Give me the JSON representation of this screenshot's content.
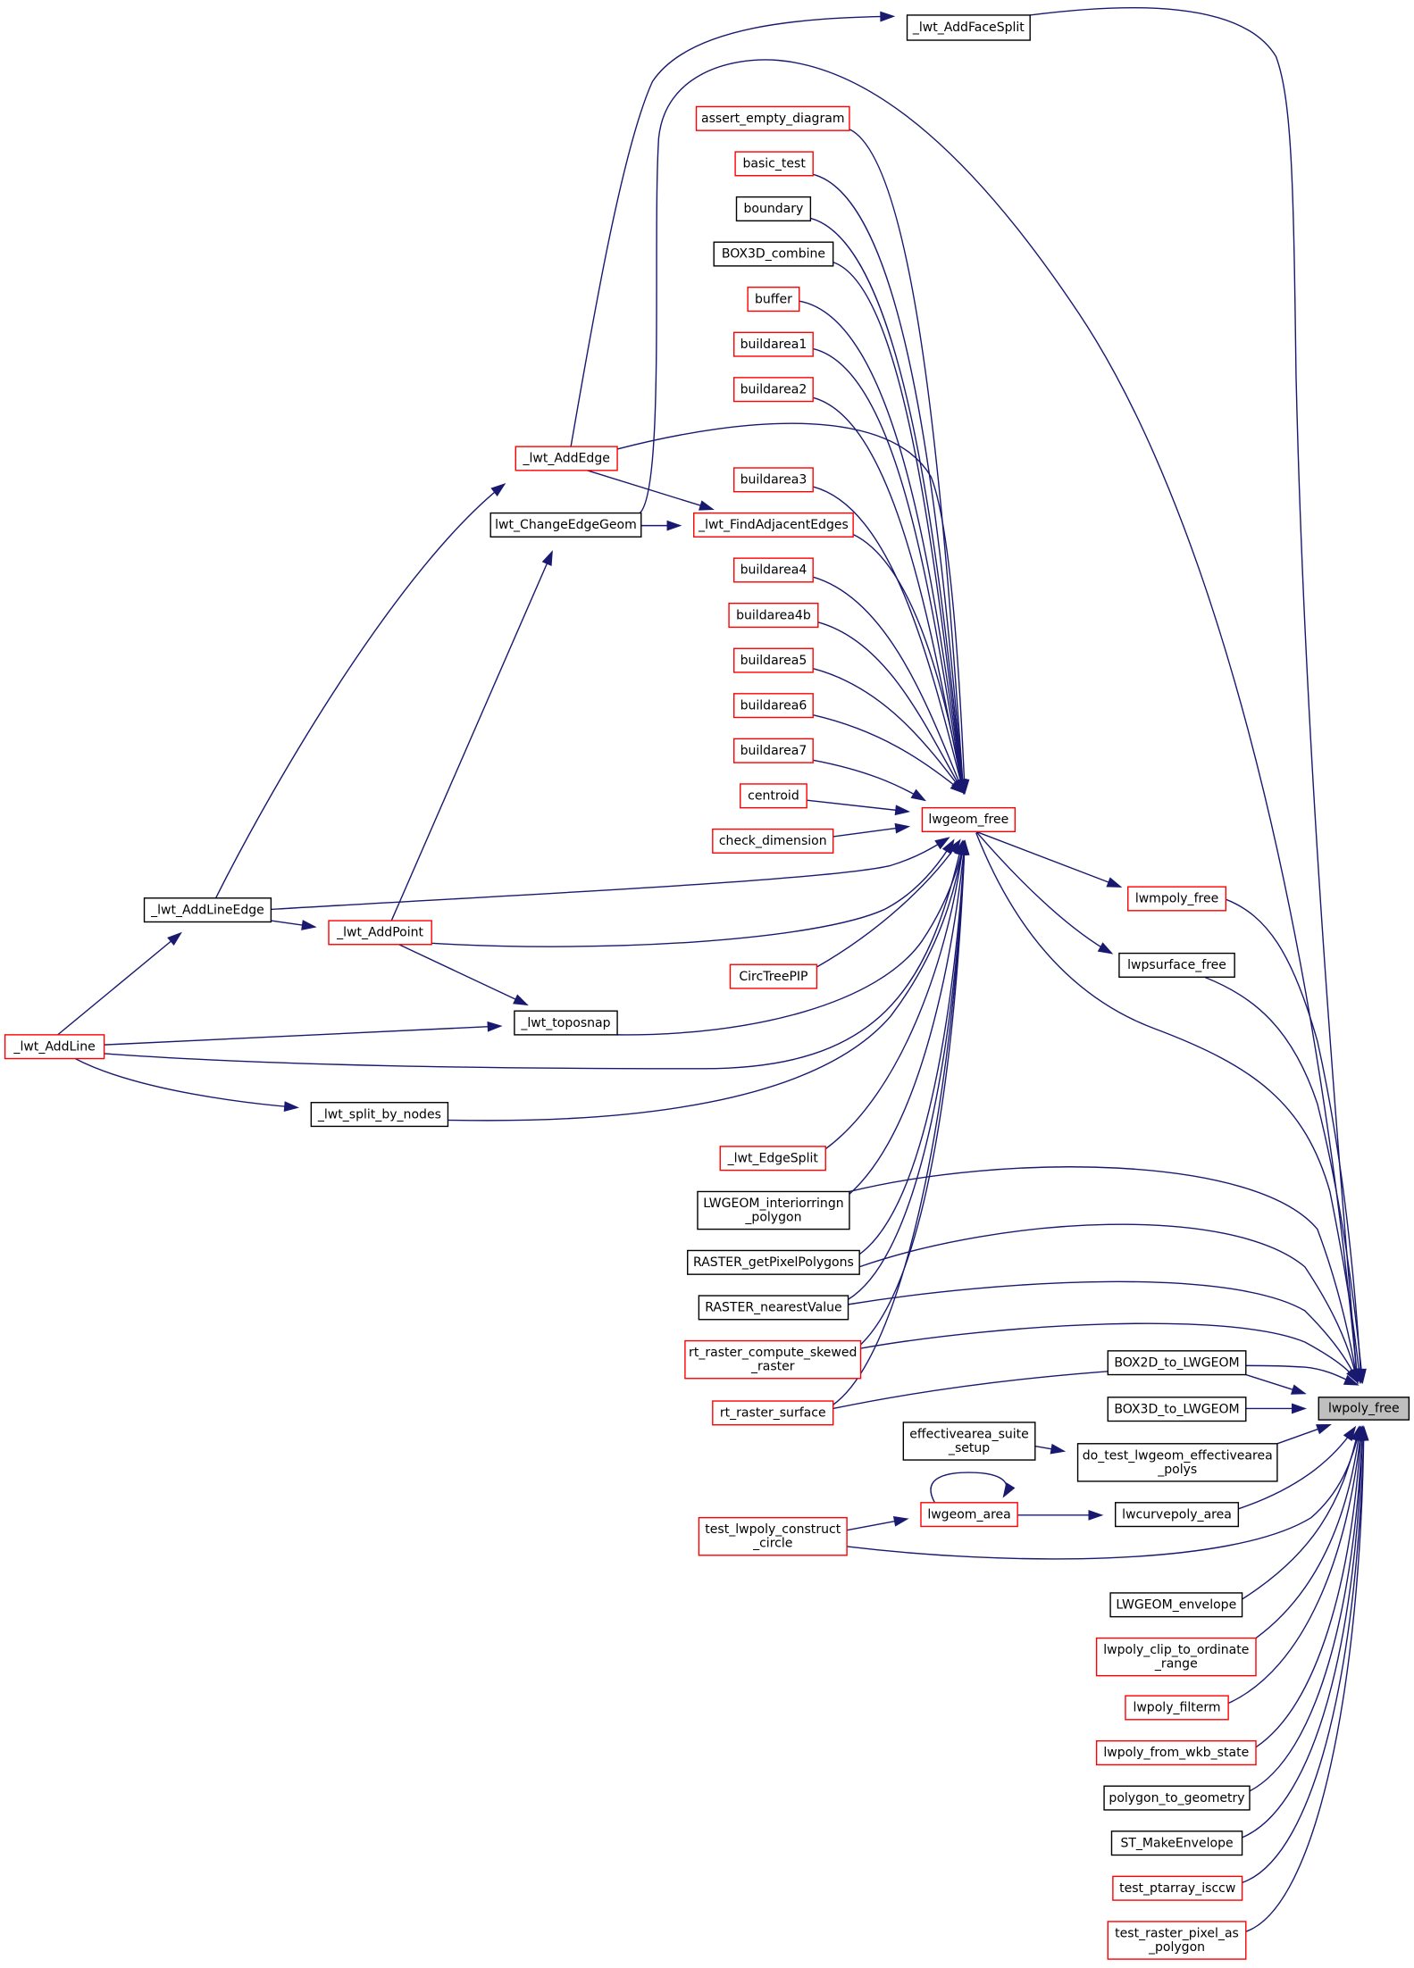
{
  "nodes": [
    {
      "id": "lwpoly_free",
      "lines": [
        "lwpoly_free"
      ],
      "border": "black",
      "focus": true
    },
    {
      "id": "lwt_AddFaceSplit",
      "lines": [
        "_lwt_AddFaceSplit"
      ],
      "border": "black"
    },
    {
      "id": "assert_empty_diagram",
      "lines": [
        "assert_empty_diagram"
      ],
      "border": "red"
    },
    {
      "id": "basic_test",
      "lines": [
        "basic_test"
      ],
      "border": "red"
    },
    {
      "id": "boundary",
      "lines": [
        "boundary"
      ],
      "border": "black"
    },
    {
      "id": "BOX3D_combine",
      "lines": [
        "BOX3D_combine"
      ],
      "border": "black"
    },
    {
      "id": "buffer",
      "lines": [
        "buffer"
      ],
      "border": "red"
    },
    {
      "id": "buildarea1",
      "lines": [
        "buildarea1"
      ],
      "border": "red"
    },
    {
      "id": "buildarea2",
      "lines": [
        "buildarea2"
      ],
      "border": "red"
    },
    {
      "id": "lwt_AddEdge",
      "lines": [
        "_lwt_AddEdge"
      ],
      "border": "red"
    },
    {
      "id": "buildarea3",
      "lines": [
        "buildarea3"
      ],
      "border": "red"
    },
    {
      "id": "lwt_ChangeEdgeGeom",
      "lines": [
        "lwt_ChangeEdgeGeom"
      ],
      "border": "black"
    },
    {
      "id": "lwt_FindAdjacentEdges",
      "lines": [
        "_lwt_FindAdjacentEdges"
      ],
      "border": "red"
    },
    {
      "id": "buildarea4",
      "lines": [
        "buildarea4"
      ],
      "border": "red"
    },
    {
      "id": "buildarea4b",
      "lines": [
        "buildarea4b"
      ],
      "border": "red"
    },
    {
      "id": "buildarea5",
      "lines": [
        "buildarea5"
      ],
      "border": "red"
    },
    {
      "id": "buildarea6",
      "lines": [
        "buildarea6"
      ],
      "border": "red"
    },
    {
      "id": "buildarea7",
      "lines": [
        "buildarea7"
      ],
      "border": "red"
    },
    {
      "id": "centroid",
      "lines": [
        "centroid"
      ],
      "border": "red"
    },
    {
      "id": "check_dimension",
      "lines": [
        "check_dimension"
      ],
      "border": "red"
    },
    {
      "id": "lwgeom_free",
      "lines": [
        "lwgeom_free"
      ],
      "border": "red"
    },
    {
      "id": "lwt_AddLineEdge",
      "lines": [
        "_lwt_AddLineEdge"
      ],
      "border": "black"
    },
    {
      "id": "lwt_AddPoint",
      "lines": [
        "_lwt_AddPoint"
      ],
      "border": "red"
    },
    {
      "id": "lwmpoly_free",
      "lines": [
        "lwmpoly_free"
      ],
      "border": "red"
    },
    {
      "id": "lwpsurface_free",
      "lines": [
        "lwpsurface_free"
      ],
      "border": "black"
    },
    {
      "id": "CircTreePIP",
      "lines": [
        "CircTreePIP"
      ],
      "border": "red"
    },
    {
      "id": "lwt_AddLine",
      "lines": [
        "_lwt_AddLine"
      ],
      "border": "red"
    },
    {
      "id": "lwt_toposnap",
      "lines": [
        "_lwt_toposnap"
      ],
      "border": "black"
    },
    {
      "id": "lwt_split_by_nodes",
      "lines": [
        "_lwt_split_by_nodes"
      ],
      "border": "black"
    },
    {
      "id": "lwt_EdgeSplit",
      "lines": [
        "_lwt_EdgeSplit"
      ],
      "border": "red"
    },
    {
      "id": "LWGEOM_interiorringn_polygon",
      "lines": [
        "LWGEOM_interiorringn",
        "_polygon"
      ],
      "border": "black"
    },
    {
      "id": "RASTER_getPixelPolygons",
      "lines": [
        "RASTER_getPixelPolygons"
      ],
      "border": "black"
    },
    {
      "id": "RASTER_nearestValue",
      "lines": [
        "RASTER_nearestValue"
      ],
      "border": "black"
    },
    {
      "id": "rt_raster_compute_skewed_raster",
      "lines": [
        "rt_raster_compute_skewed",
        "_raster"
      ],
      "border": "red"
    },
    {
      "id": "BOX2D_to_LWGEOM",
      "lines": [
        "BOX2D_to_LWGEOM"
      ],
      "border": "black"
    },
    {
      "id": "BOX3D_to_LWGEOM",
      "lines": [
        "BOX3D_to_LWGEOM"
      ],
      "border": "black"
    },
    {
      "id": "rt_raster_surface",
      "lines": [
        "rt_raster_surface"
      ],
      "border": "red"
    },
    {
      "id": "effectivearea_suite_setup",
      "lines": [
        "effectivearea_suite",
        "_setup"
      ],
      "border": "black"
    },
    {
      "id": "do_test_lwgeom_effectivearea_polys",
      "lines": [
        "do_test_lwgeom_effectivearea",
        "_polys"
      ],
      "border": "black"
    },
    {
      "id": "lwgeom_area",
      "lines": [
        "lwgeom_area"
      ],
      "border": "red"
    },
    {
      "id": "lwcurvepoly_area",
      "lines": [
        "lwcurvepoly_area"
      ],
      "border": "black"
    },
    {
      "id": "test_lwpoly_construct_circle",
      "lines": [
        "test_lwpoly_construct",
        "_circle"
      ],
      "border": "red"
    },
    {
      "id": "LWGEOM_envelope",
      "lines": [
        "LWGEOM_envelope"
      ],
      "border": "black"
    },
    {
      "id": "lwpoly_clip_to_ordinate_range",
      "lines": [
        "lwpoly_clip_to_ordinate",
        "_range"
      ],
      "border": "red"
    },
    {
      "id": "lwpoly_filterm",
      "lines": [
        "lwpoly_filterm"
      ],
      "border": "red"
    },
    {
      "id": "lwpoly_from_wkb_state",
      "lines": [
        "lwpoly_from_wkb_state"
      ],
      "border": "red"
    },
    {
      "id": "polygon_to_geometry",
      "lines": [
        "polygon_to_geometry"
      ],
      "border": "black"
    },
    {
      "id": "ST_MakeEnvelope",
      "lines": [
        "ST_MakeEnvelope"
      ],
      "border": "black"
    },
    {
      "id": "test_ptarray_isccw",
      "lines": [
        "test_ptarray_isccw"
      ],
      "border": "red"
    },
    {
      "id": "test_raster_pixel_as_polygon",
      "lines": [
        "test_raster_pixel_as",
        "_polygon"
      ],
      "border": "red"
    }
  ],
  "edges": [
    [
      "lwt_AddFaceSplit",
      "lwpoly_free"
    ],
    [
      "assert_empty_diagram",
      "lwgeom_free"
    ],
    [
      "basic_test",
      "lwgeom_free"
    ],
    [
      "boundary",
      "lwgeom_free"
    ],
    [
      "BOX3D_combine",
      "lwgeom_free"
    ],
    [
      "buffer",
      "lwgeom_free"
    ],
    [
      "buildarea1",
      "lwgeom_free"
    ],
    [
      "buildarea2",
      "lwgeom_free"
    ],
    [
      "lwt_AddEdge",
      "lwgeom_free"
    ],
    [
      "lwt_AddEdge",
      "lwt_AddFaceSplit"
    ],
    [
      "lwt_AddEdge",
      "lwt_FindAdjacentEdges"
    ],
    [
      "buildarea3",
      "lwgeom_free"
    ],
    [
      "lwt_FindAdjacentEdges",
      "lwgeom_free"
    ],
    [
      "lwt_ChangeEdgeGeom",
      "lwt_FindAdjacentEdges"
    ],
    [
      "lwt_ChangeEdgeGeom",
      "lwpoly_free"
    ],
    [
      "buildarea4",
      "lwgeom_free"
    ],
    [
      "buildarea4b",
      "lwgeom_free"
    ],
    [
      "buildarea5",
      "lwgeom_free"
    ],
    [
      "buildarea6",
      "lwgeom_free"
    ],
    [
      "buildarea7",
      "lwgeom_free"
    ],
    [
      "centroid",
      "lwgeom_free"
    ],
    [
      "check_dimension",
      "lwgeom_free"
    ],
    [
      "lwt_AddLineEdge",
      "lwgeom_free"
    ],
    [
      "lwt_AddLineEdge",
      "lwt_AddEdge"
    ],
    [
      "lwt_AddLineEdge",
      "lwt_AddPoint"
    ],
    [
      "lwt_AddPoint",
      "lwgeom_free"
    ],
    [
      "lwt_AddPoint",
      "lwt_ChangeEdgeGeom"
    ],
    [
      "lwt_AddPoint",
      "lwt_toposnap"
    ],
    [
      "CircTreePIP",
      "lwgeom_free"
    ],
    [
      "lwt_AddLine",
      "lwt_AddLineEdge"
    ],
    [
      "lwt_AddLine",
      "lwt_toposnap"
    ],
    [
      "lwt_AddLine",
      "lwgeom_free"
    ],
    [
      "lwt_AddLine",
      "lwt_split_by_nodes"
    ],
    [
      "lwt_toposnap",
      "lwgeom_free"
    ],
    [
      "lwt_split_by_nodes",
      "lwgeom_free"
    ],
    [
      "lwt_EdgeSplit",
      "lwgeom_free"
    ],
    [
      "LWGEOM_interiorringn_polygon",
      "lwgeom_free"
    ],
    [
      "LWGEOM_interiorringn_polygon",
      "lwpoly_free"
    ],
    [
      "RASTER_getPixelPolygons",
      "lwgeom_free"
    ],
    [
      "RASTER_getPixelPolygons",
      "lwpoly_free"
    ],
    [
      "RASTER_nearestValue",
      "lwgeom_free"
    ],
    [
      "RASTER_nearestValue",
      "lwpoly_free"
    ],
    [
      "rt_raster_compute_skewed_raster",
      "lwgeom_free"
    ],
    [
      "rt_raster_compute_skewed_raster",
      "lwpoly_free"
    ],
    [
      "rt_raster_surface",
      "lwgeom_free"
    ],
    [
      "rt_raster_surface",
      "lwpoly_free"
    ],
    [
      "lwgeom_free",
      "lwmpoly_free"
    ],
    [
      "lwgeom_free",
      "lwpsurface_free"
    ],
    [
      "lwgeom_free",
      "lwpoly_free"
    ],
    [
      "lwmpoly_free",
      "lwpoly_free"
    ],
    [
      "lwpsurface_free",
      "lwpoly_free"
    ],
    [
      "BOX2D_to_LWGEOM",
      "lwpoly_free"
    ],
    [
      "BOX3D_to_LWGEOM",
      "lwpoly_free"
    ],
    [
      "effectivearea_suite_setup",
      "do_test_lwgeom_effectivearea_polys"
    ],
    [
      "do_test_lwgeom_effectivearea_polys",
      "lwpoly_free"
    ],
    [
      "lwgeom_area",
      "lwgeom_area"
    ],
    [
      "lwgeom_area",
      "lwcurvepoly_area"
    ],
    [
      "lwcurvepoly_area",
      "lwpoly_free"
    ],
    [
      "test_lwpoly_construct_circle",
      "lwgeom_area"
    ],
    [
      "test_lwpoly_construct_circle",
      "lwpoly_free"
    ],
    [
      "LWGEOM_envelope",
      "lwpoly_free"
    ],
    [
      "lwpoly_clip_to_ordinate_range",
      "lwpoly_free"
    ],
    [
      "lwpoly_filterm",
      "lwpoly_free"
    ],
    [
      "lwpoly_from_wkb_state",
      "lwpoly_free"
    ],
    [
      "polygon_to_geometry",
      "lwpoly_free"
    ],
    [
      "ST_MakeEnvelope",
      "lwpoly_free"
    ],
    [
      "test_ptarray_isccw",
      "lwpoly_free"
    ],
    [
      "test_raster_pixel_as_polygon",
      "lwpoly_free"
    ]
  ]
}
